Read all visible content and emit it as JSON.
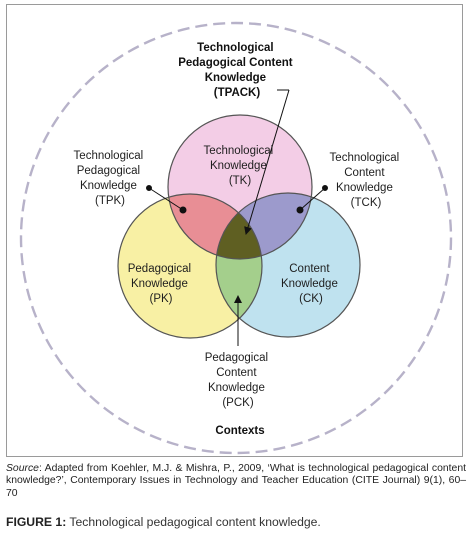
{
  "diagram": {
    "title": [
      "Technological",
      "Pedagogical Content",
      "Knowledge",
      "(TPACK)"
    ],
    "circles": {
      "tk": {
        "lines": [
          "Technological",
          "Knowledge",
          "(TK)"
        ],
        "color": "#f3cde6"
      },
      "pk": {
        "lines": [
          "Pedagogical",
          "Knowledge",
          "(PK)"
        ],
        "color": "#f8f0a4"
      },
      "ck": {
        "lines": [
          "Content",
          "Knowledge",
          "(CK)"
        ],
        "color": "#bfe2ef"
      }
    },
    "overlaps": {
      "tpk": {
        "lines": [
          "Technological",
          "Pedagogical",
          "Knowledge",
          "(TPK)"
        ],
        "color": "#e88e95"
      },
      "tck": {
        "lines": [
          "Technological",
          "Content",
          "Knowledge",
          "(TCK)"
        ],
        "color": "#9c9acc"
      },
      "pck": {
        "lines": [
          "Pedagogical",
          "Content",
          "Knowledge",
          "(PCK)"
        ],
        "color": "#a4cf8c"
      },
      "tpack": {
        "color": "#5f5f22"
      }
    },
    "contexts_label": "Contexts",
    "outline_color": "#555555",
    "dashed_ring_color": "#b7b2c9"
  },
  "caption": {
    "source_label": "Source",
    "source_text": ": Adapted from Koehler, M.J. & Mishra, P., 2009, ‘What is technological pedagogical content knowledge?’, Contemporary Issues in Technology and Teacher Education (CITE Journal) 9(1), 60–70",
    "figure_number": "FIGURE 1:",
    "figure_title": " Technological pedagogical content knowledge."
  }
}
